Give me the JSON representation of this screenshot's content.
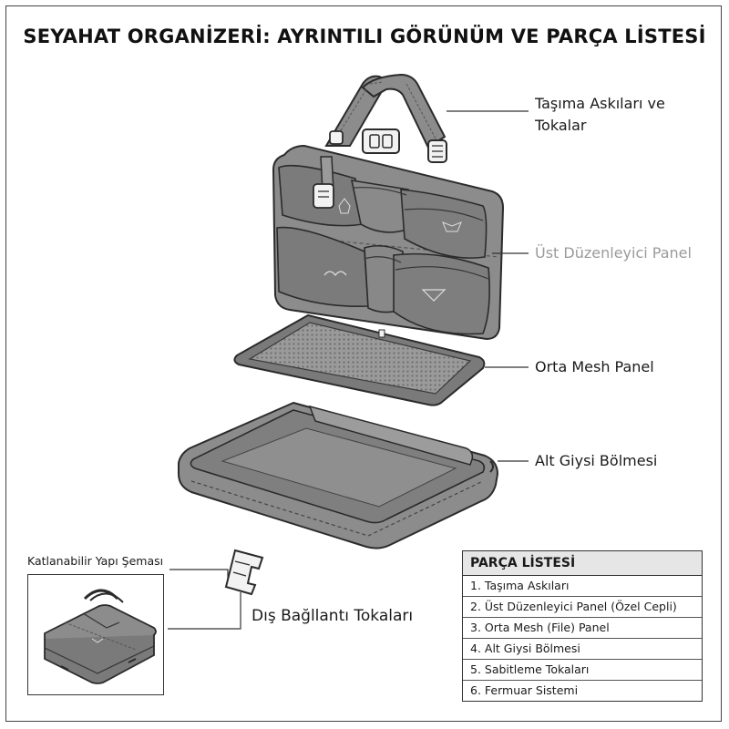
{
  "title": "SEYAHAT ORGANİZERİ: AYRINTILI GÖRÜNÜM VE PARÇA LİSTESİ",
  "labels": {
    "straps": [
      "Taşıma Askıları ve",
      "Tokalar"
    ],
    "top_panel": "Üst Düzenleyici Panel",
    "mesh_panel": "Orta Mesh Panel",
    "bottom": "Alt Giysi Bölmesi",
    "inset": "Katlanabilir Yapı Şeması",
    "buckles": "Dış Bağllantı Tokaları"
  },
  "parts_list": {
    "heading": "PARÇA LİSTESİ",
    "items": [
      "1. Taşıma Askıları",
      "2. Üst Düzenleyici Panel (Özel Cepli)",
      "3. Orta Mesh (File) Panel",
      "4. Alt Giysi Bölmesi",
      "5. Sabitleme Tokaları",
      "6. Fermuar Sistemi"
    ]
  },
  "colors": {
    "fabric": "#8c8c8c",
    "fabric_dark": "#6f6f6f",
    "fabric_light": "#a8a8a8",
    "outline": "#2b2b2b",
    "buckle": "#f2f2f2",
    "label_muted": "#9a9a9a"
  }
}
